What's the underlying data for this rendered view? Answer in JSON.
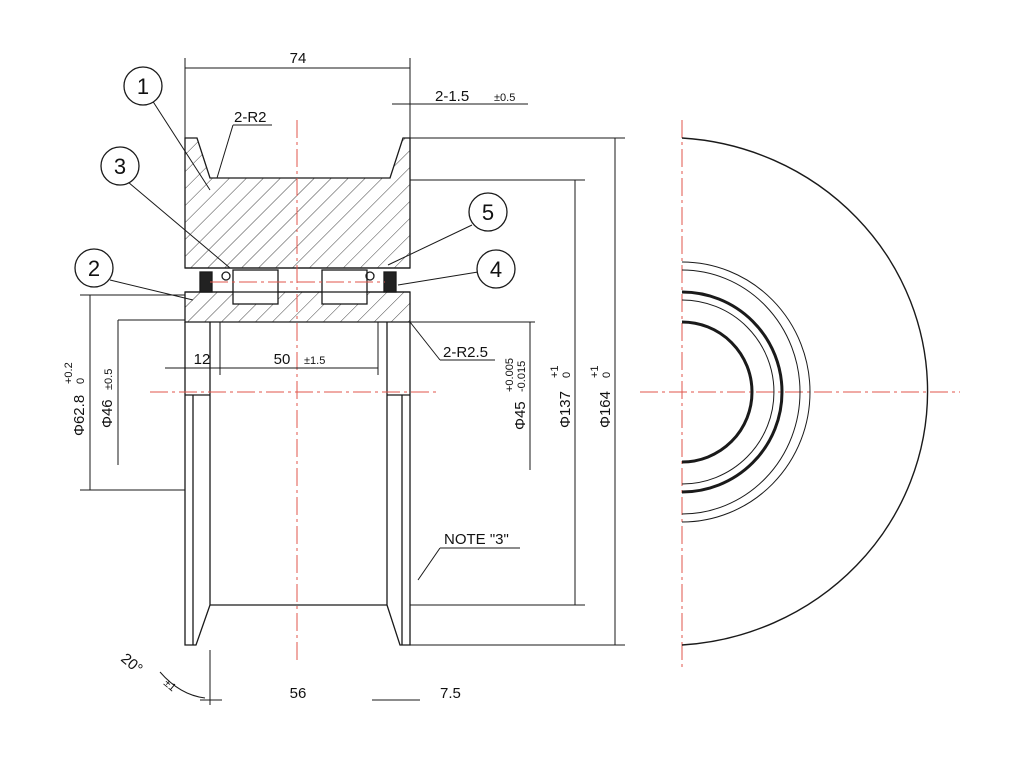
{
  "colors": {
    "line": "#1a1a1a",
    "centerline": "#e0554b",
    "hatch": "#444444",
    "background": "#ffffff"
  },
  "balloons": [
    "1",
    "3",
    "5",
    "2",
    "4"
  ],
  "dimensions": {
    "overall_width": "74",
    "chamfer": "2-1.5",
    "chamfer_tol": "±0.5",
    "radius_top": "2-R2",
    "radius_bottom": "2-R2.5",
    "hub_step": "12",
    "hub_length": "50",
    "hub_length_tol": "±1.5",
    "dia_628": "Φ62.8",
    "dia_628_tol_upper": "+0.2",
    "dia_628_tol_lower": "0",
    "dia_46": "Φ46",
    "dia_46_tol": "±0.5",
    "dia_45": "Φ45",
    "dia_45_tol_upper": "+0.005",
    "dia_45_tol_lower": "-0.015",
    "dia_137": "Φ137",
    "dia_137_tol_upper": "+1",
    "dia_137_tol_lower": "0",
    "dia_164": "Φ164",
    "dia_164_tol_upper": "+1",
    "dia_164_tol_lower": "0",
    "angle": "20°",
    "angle_tol": "±1",
    "bottom_width": "56",
    "bottom_offset": "7.5"
  },
  "note": "NOTE \"3\""
}
